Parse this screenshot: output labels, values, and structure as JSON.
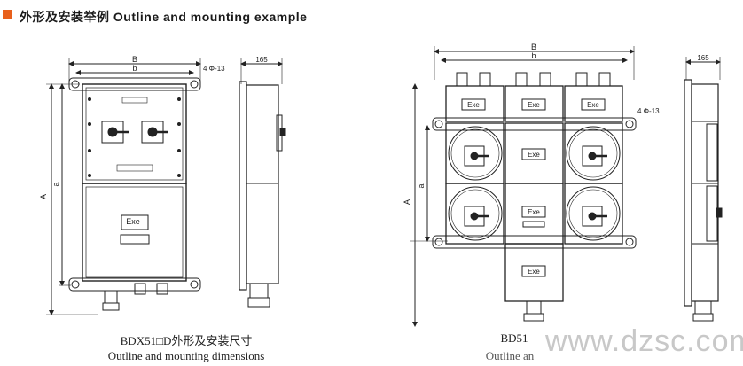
{
  "header": {
    "title": "外形及安装举例 Outline and mounting example",
    "accent_color": "#e8601c"
  },
  "left_drawing": {
    "dim_width_outer": "B",
    "dim_width_inner": "b",
    "dim_height_outer": "A",
    "dim_height_inner": "a",
    "dim_depth": "165",
    "mounting_holes": "4 Φ-13",
    "exe_label": "Exe",
    "caption_line1": "BDX51□D外形及安装尺寸",
    "caption_line2": "Outline and mounting dimensions"
  },
  "right_drawing": {
    "dim_width_outer": "B",
    "dim_width_inner": "b",
    "dim_height_outer": "A",
    "dim_height_inner": "a",
    "dim_depth": "165",
    "mounting_holes": "4 Φ-13",
    "exe_label": "Exe",
    "caption_line1": "BD51",
    "caption_line2": "Outline an"
  },
  "watermark": "www.dzsc.com"
}
